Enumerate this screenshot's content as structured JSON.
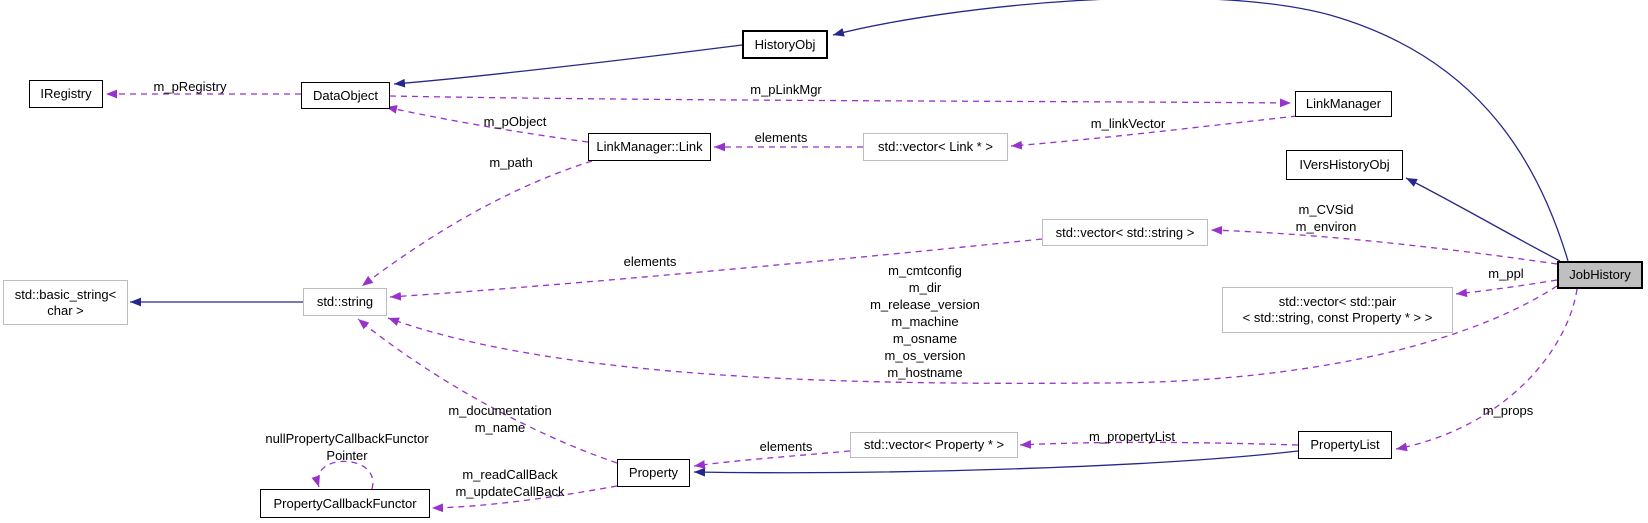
{
  "diagram": {
    "kind": "doxygen-collaboration-graph",
    "focus_class": "JobHistory",
    "colors": {
      "background": "#ffffff",
      "inheritance_edge": "#27278b",
      "usage_edge": "#9932cc",
      "node_border": "#000000",
      "template_node_border": "#bdbdbd",
      "focus_node_fill": "#bfbfbf",
      "text": "#000000"
    },
    "nodes": {
      "iregistry": {
        "label": "IRegistry"
      },
      "dataobject": {
        "label": "DataObject"
      },
      "historyobj": {
        "label": "HistoryObj"
      },
      "linkmanager": {
        "label": "LinkManager"
      },
      "linkmanager_link": {
        "label": "LinkManager::Link"
      },
      "vector_link": {
        "label": "std::vector< Link * >"
      },
      "ivershistoryobj": {
        "label": "IVersHistoryObj"
      },
      "vector_string": {
        "label": "std::vector< std::string >"
      },
      "basic_string": {
        "label": "std::basic_string<\nchar >"
      },
      "std_string": {
        "label": "std::string"
      },
      "vector_pair": {
        "label": "std::vector< std::pair\n< std::string, const Property * > >"
      },
      "jobhistory": {
        "label": "JobHistory"
      },
      "property": {
        "label": "Property"
      },
      "vector_property": {
        "label": "std::vector< Property * >"
      },
      "propertylist": {
        "label": "PropertyList"
      },
      "propertycallbackfunctor": {
        "label": "PropertyCallbackFunctor"
      }
    },
    "edge_labels": {
      "m_pregistry": "m_pRegistry",
      "m_plinkmgr": "m_pLinkMgr",
      "m_pobject": "m_pObject",
      "m_path": "m_path",
      "elements_top": "elements",
      "m_linkvector": "m_linkVector",
      "m_cvsid_environ": "m_CVSid\nm_environ",
      "elements_mid": "elements",
      "jobhistory_strings": "m_cmtconfig\nm_dir\nm_release_version\nm_machine\nm_osname\nm_os_version\nm_hostname",
      "m_ppl": "m_ppl",
      "m_props": "m_props",
      "m_propertylist": "m_propertyList",
      "elements_bottom": "elements",
      "m_documentation_name": "m_documentation\nm_name",
      "callbacks": "m_readCallBack\nm_updateCallBack",
      "null_functor": "nullPropertyCallbackFunctor\nPointer"
    },
    "edges": [
      {
        "from": "DataObject",
        "to": "IRegistry",
        "label": "m_pRegistry",
        "type": "usage"
      },
      {
        "from": "HistoryObj",
        "to": "DataObject",
        "type": "inheritance"
      },
      {
        "from": "JobHistory",
        "to": "HistoryObj",
        "type": "inheritance"
      },
      {
        "from": "JobHistory",
        "to": "IVersHistoryObj",
        "type": "inheritance"
      },
      {
        "from": "DataObject",
        "to": "LinkManager",
        "label": "m_pLinkMgr",
        "type": "usage"
      },
      {
        "from": "LinkManager::Link",
        "to": "DataObject",
        "label": "m_pObject",
        "type": "usage"
      },
      {
        "from": "std::vector< Link * >",
        "to": "LinkManager::Link",
        "label": "elements",
        "type": "usage"
      },
      {
        "from": "LinkManager",
        "to": "std::vector< Link * >",
        "label": "m_linkVector",
        "type": "usage"
      },
      {
        "from": "LinkManager::Link",
        "to": "std::string",
        "label": "m_path",
        "type": "usage"
      },
      {
        "from": "std::string",
        "to": "std::basic_string< char >",
        "type": "inheritance"
      },
      {
        "from": "std::vector< std::string >",
        "to": "std::string",
        "label": "elements",
        "type": "usage"
      },
      {
        "from": "JobHistory",
        "to": "std::vector< std::string >",
        "label": "m_CVSid, m_environ",
        "type": "usage"
      },
      {
        "from": "JobHistory",
        "to": "std::string",
        "label": "m_cmtconfig, m_dir, m_release_version, m_machine, m_osname, m_os_version, m_hostname",
        "type": "usage"
      },
      {
        "from": "JobHistory",
        "to": "std::vector< std::pair< std::string, const Property * > >",
        "label": "m_ppl",
        "type": "usage"
      },
      {
        "from": "Property",
        "to": "std::string",
        "label": "m_documentation, m_name",
        "type": "usage"
      },
      {
        "from": "std::vector< Property * >",
        "to": "Property",
        "label": "elements",
        "type": "usage"
      },
      {
        "from": "PropertyList",
        "to": "std::vector< Property * >",
        "label": "m_propertyList",
        "type": "usage"
      },
      {
        "from": "PropertyList",
        "to": "Property",
        "type": "inheritance"
      },
      {
        "from": "JobHistory",
        "to": "PropertyList",
        "label": "m_props",
        "type": "usage"
      },
      {
        "from": "Property",
        "to": "PropertyCallbackFunctor",
        "label": "m_readCallBack, m_updateCallBack",
        "type": "usage"
      },
      {
        "from": "PropertyCallbackFunctor",
        "to": "PropertyCallbackFunctor",
        "label": "nullPropertyCallbackFunctor Pointer",
        "type": "usage"
      }
    ]
  }
}
